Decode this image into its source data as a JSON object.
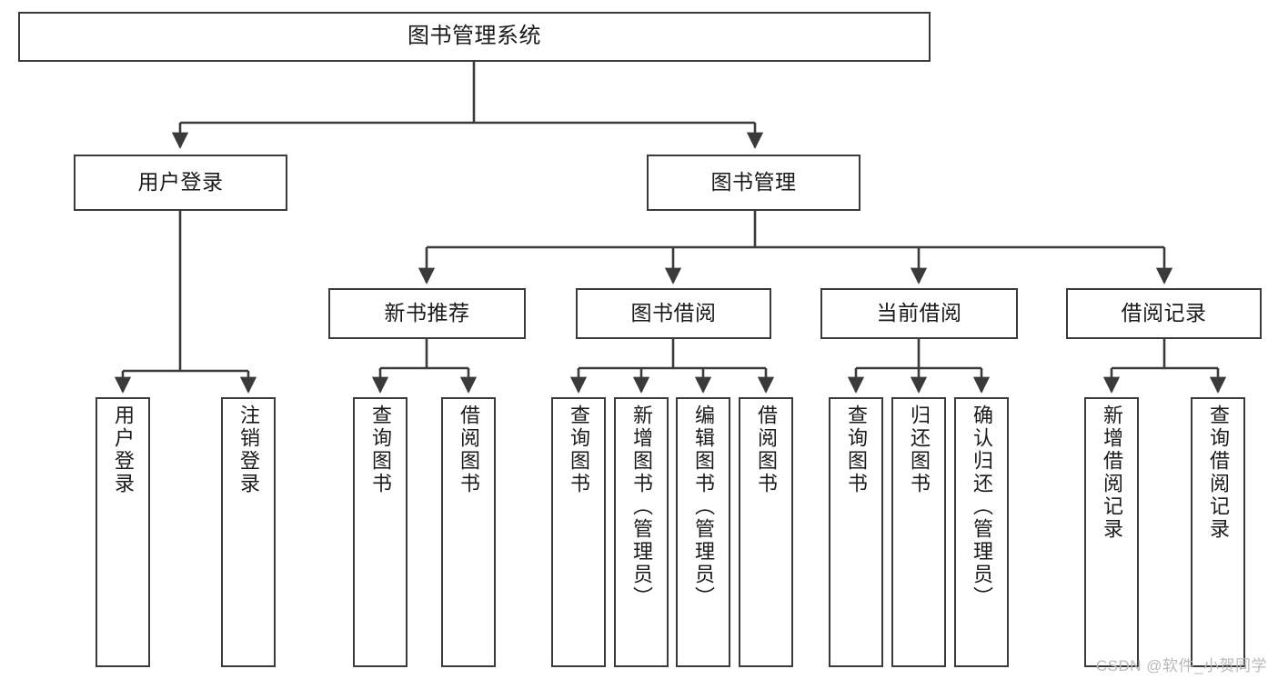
{
  "diagram": {
    "title": "图书管理系统",
    "watermark": "CSDN @软件_小贺同学",
    "line_color": "#3a3a3a",
    "box_fill": "#ffffff",
    "text_color": "#1a1a1a",
    "levels": {
      "root": {
        "label": "图书管理系统"
      },
      "level2": [
        {
          "label": "用户登录"
        },
        {
          "label": "图书管理"
        }
      ],
      "level3": [
        {
          "label": "新书推荐"
        },
        {
          "label": "图书借阅"
        },
        {
          "label": "当前借阅"
        },
        {
          "label": "借阅记录"
        }
      ],
      "leaves": {
        "user_login": [
          {
            "label": "用户登录"
          },
          {
            "label": "注销登录"
          }
        ],
        "new_book_recommend": [
          {
            "label": "查询图书"
          },
          {
            "label": "借阅图书"
          }
        ],
        "book_borrow": [
          {
            "label": "查询图书"
          },
          {
            "label": "新增图书（管理员）"
          },
          {
            "label": "编辑图书（管理员）"
          },
          {
            "label": "借阅图书"
          }
        ],
        "current_borrow": [
          {
            "label": "查询图书"
          },
          {
            "label": "归还图书"
          },
          {
            "label": "确认归还（管理员）"
          }
        ],
        "borrow_record": [
          {
            "label": "新增借阅记录"
          },
          {
            "label": "查询借阅记录"
          }
        ]
      }
    }
  }
}
